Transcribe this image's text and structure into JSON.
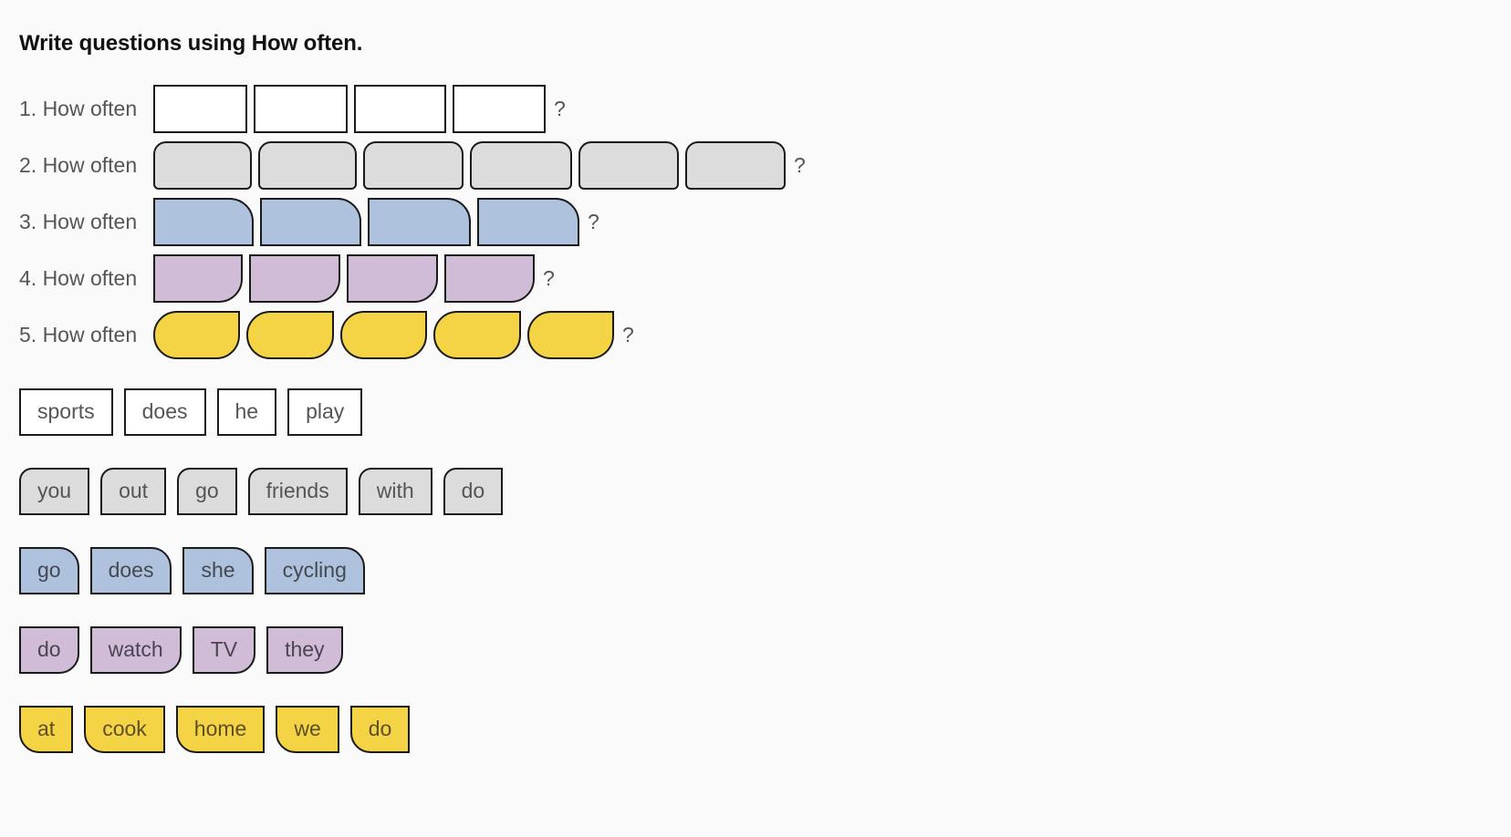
{
  "title": "Write questions using How often.",
  "questions": [
    {
      "number": "1.",
      "prompt": "How often",
      "slots": [
        103,
        103,
        101,
        102
      ],
      "question_mark": "?",
      "color": "#ffffff"
    },
    {
      "number": "2.",
      "prompt": "How often",
      "slots": [
        108,
        108,
        110,
        112,
        110,
        110
      ],
      "question_mark": "?",
      "color": "#dcdcdc"
    },
    {
      "number": "3.",
      "prompt": "How often",
      "slots": [
        110,
        111,
        113,
        112
      ],
      "question_mark": "?",
      "color": "#aec1dd"
    },
    {
      "number": "4.",
      "prompt": "How often",
      "slots": [
        98,
        100,
        100,
        99
      ],
      "question_mark": "?",
      "color": "#d0bcd6"
    },
    {
      "number": "5.",
      "prompt": "How often",
      "slots": [
        95,
        96,
        95,
        96,
        95
      ],
      "question_mark": "?",
      "color": "#f4d444"
    }
  ],
  "word_bank": [
    {
      "group": 1,
      "color": "#ffffff",
      "words": [
        "sports",
        "does",
        "he",
        "play"
      ]
    },
    {
      "group": 2,
      "color": "#dcdcdc",
      "words": [
        "you",
        "out",
        "go",
        "friends",
        "with",
        "do"
      ]
    },
    {
      "group": 3,
      "color": "#aec1dd",
      "words": [
        "go",
        "does",
        "she",
        "cycling"
      ]
    },
    {
      "group": 4,
      "color": "#d0bcd6",
      "words": [
        "do",
        "watch",
        "TV",
        "they"
      ]
    },
    {
      "group": 5,
      "color": "#f4d444",
      "words": [
        "at",
        "cook",
        "home",
        "we",
        "do"
      ]
    }
  ],
  "colors": {
    "background": "#fafafa",
    "border": "#1a1a1a",
    "label_text": "#555555",
    "title_text": "#111111"
  }
}
